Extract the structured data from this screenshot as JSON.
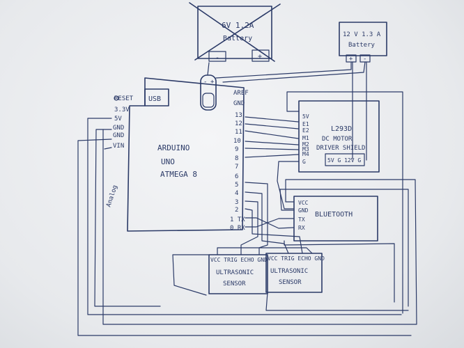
{
  "battery_6v": {
    "label_line1": "6V 1.2A",
    "label_line2": "Battery",
    "neg": "-",
    "pos": "+"
  },
  "battery_12v": {
    "label_line1": "12 V 1.3 A",
    "label_line2": "Battery",
    "pos": "+",
    "neg": "-"
  },
  "power_jack": {
    "neg": "-",
    "pos": "+"
  },
  "arduino": {
    "usb": "USB",
    "name_line1": "ARDUINO",
    "name_line2": "UNO",
    "name_line3": "ATMEGA 8",
    "left_pins": [
      "RESET",
      "3.3V",
      "5V",
      "GND",
      "GND",
      "VIN"
    ],
    "right_pins": [
      "AREF",
      "GND",
      "13",
      "12",
      "11",
      "10",
      "9",
      "8",
      "7",
      "6",
      "5",
      "4",
      "3",
      "2",
      "1 TX",
      "0 RX"
    ],
    "analog_label": "Analog"
  },
  "motor_driver": {
    "pins": [
      "5V",
      "E1",
      "E2",
      "M1",
      "M2",
      "M3",
      "M4",
      "G"
    ],
    "name_line1": "L293D",
    "name_line2": "DC MOTOR",
    "name_line3": "DRIVER SHIELD",
    "terminals": "5V G  12V G"
  },
  "bluetooth": {
    "pins": [
      "VCC",
      "GND",
      "TX",
      "RX"
    ],
    "name": "BLUETOOTH"
  },
  "ultrasonic_1": {
    "pins": "VCC TRIG ECHO GND",
    "name_line1": "ULTRASONIC",
    "name_line2": "SENSOR"
  },
  "ultrasonic_2": {
    "pins": "VCC TRIG ECHO GND",
    "name_line1": "ULTRASONIC",
    "name_line2": "SENSOR"
  }
}
